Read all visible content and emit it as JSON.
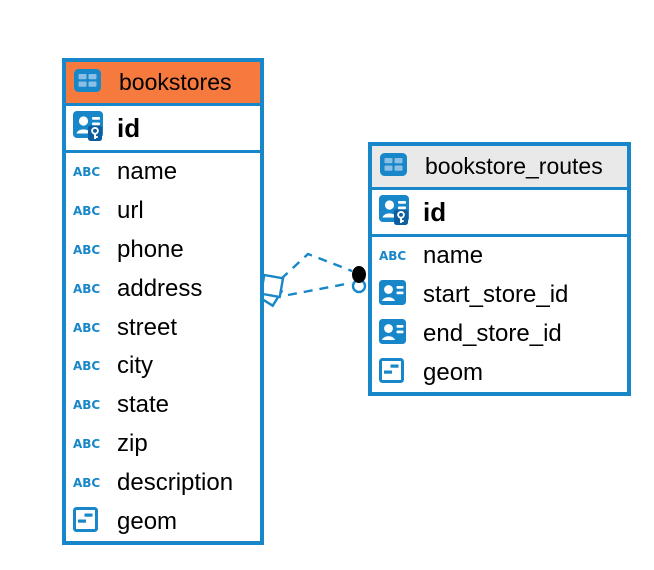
{
  "diagram": {
    "canvas_bg": "#FFFFFF",
    "colors": {
      "accent_blue": "#1787C9",
      "accent_blue_dark": "#0C5E9E",
      "icon_cell_blue": "#8BBFE4",
      "bookstores_header_bg": "#F6793E",
      "routes_header_bg": "#E9E9E9",
      "text": "#000000",
      "relationship_dot": "#000000"
    },
    "icons": {
      "text_type_label": "ABC"
    },
    "tables": [
      {
        "name": "bookstores",
        "columns": [
          {
            "name": "id",
            "type": "pk"
          },
          {
            "name": "name",
            "type": "text"
          },
          {
            "name": "url",
            "type": "text"
          },
          {
            "name": "phone",
            "type": "text"
          },
          {
            "name": "address",
            "type": "text"
          },
          {
            "name": "street",
            "type": "text"
          },
          {
            "name": "city",
            "type": "text"
          },
          {
            "name": "state",
            "type": "text"
          },
          {
            "name": "zip",
            "type": "text"
          },
          {
            "name": "description",
            "type": "text"
          },
          {
            "name": "geom",
            "type": "geometry"
          }
        ]
      },
      {
        "name": "bookstore_routes",
        "columns": [
          {
            "name": "id",
            "type": "pk"
          },
          {
            "name": "name",
            "type": "text"
          },
          {
            "name": "start_store_id",
            "type": "fk"
          },
          {
            "name": "end_store_id",
            "type": "fk"
          },
          {
            "name": "geom",
            "type": "geometry"
          }
        ]
      }
    ],
    "relationships": [
      {
        "from_table": "bookstores",
        "to_table": "bookstore_routes",
        "style": "dashed",
        "line_count": 2
      }
    ]
  }
}
